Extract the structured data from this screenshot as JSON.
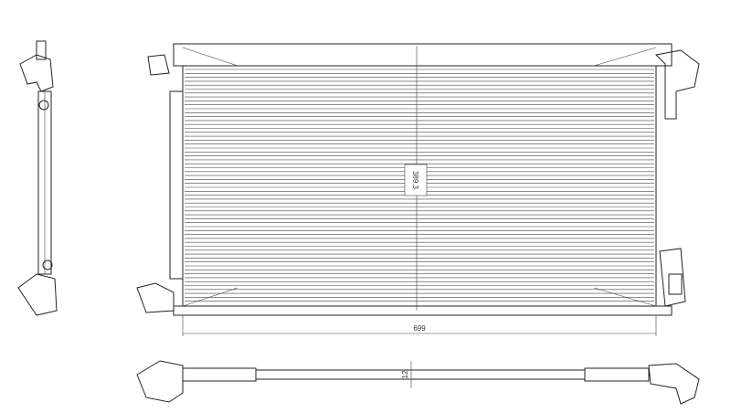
{
  "dimensions": {
    "height": "389.3",
    "width": "699",
    "thickness": "12"
  },
  "colors": {
    "line": "#222222",
    "background": "#ffffff"
  }
}
